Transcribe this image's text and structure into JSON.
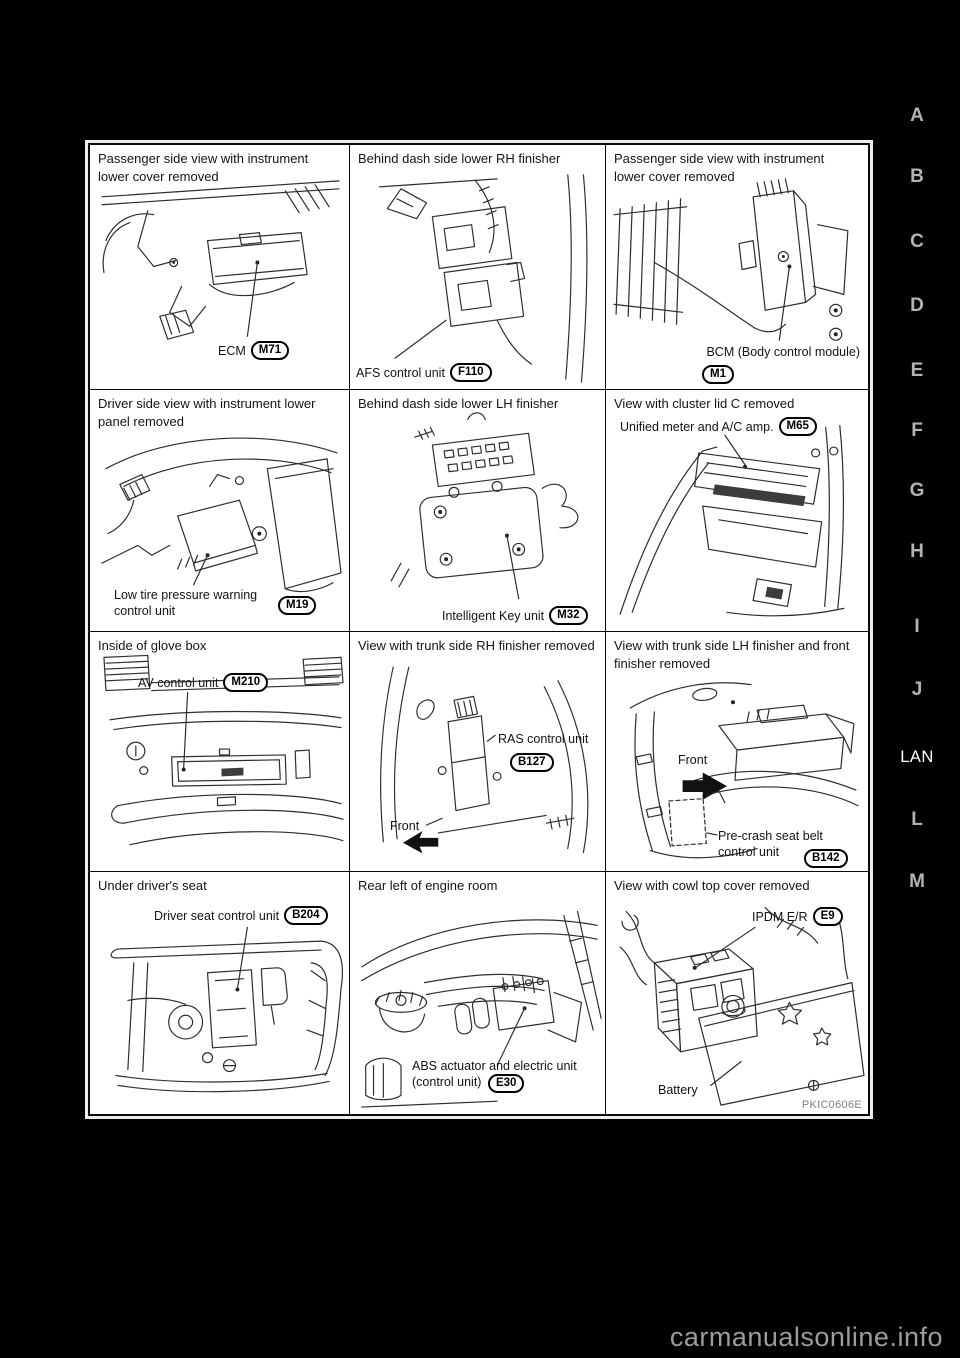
{
  "page": {
    "watermark": "carmanualsonline.info",
    "figure_code": "PKIC0606E",
    "background_color": "#000000",
    "accent_colors": {
      "paper": "#ffffff",
      "tab_gray": "#b3b3b3",
      "line_art": "#2e2e2e"
    }
  },
  "sidebar": {
    "section_label": "LAN",
    "tabs": [
      "A",
      "B",
      "C",
      "D",
      "E",
      "F",
      "G",
      "H",
      "I",
      "J",
      "L",
      "M"
    ]
  },
  "cells": [
    {
      "caption": "Passenger side view with instrument lower cover removed",
      "label": "ECM",
      "code": "M71"
    },
    {
      "caption": "Behind dash side lower RH finisher",
      "label": "AFS control unit",
      "code": "F110"
    },
    {
      "caption": "Passenger side view with instrument lower cover removed",
      "label": "BCM (Body control module)",
      "code": "M1"
    },
    {
      "caption": "Driver side view with instrument lower panel removed",
      "label": "Low tire pressure warning control unit",
      "code": "M19"
    },
    {
      "caption": "Behind dash side lower LH finisher",
      "label": "Intelligent Key unit",
      "code": "M32"
    },
    {
      "caption": "View with cluster lid C removed",
      "label": "Unified meter and A/C amp.",
      "code": "M65"
    },
    {
      "caption": "Inside of glove box",
      "label": "AV control unit",
      "code": "M210"
    },
    {
      "caption": "View with trunk side RH finisher removed",
      "label": "RAS control unit",
      "code": "B127",
      "front": "Front"
    },
    {
      "caption": "View with trunk side LH finisher and front finisher removed",
      "label": "Pre-crash seat belt control unit",
      "code": "B142",
      "front": "Front"
    },
    {
      "caption": "Under driver's seat",
      "label": "Driver seat control unit",
      "code": "B204"
    },
    {
      "caption": "Rear left of engine room",
      "label": "ABS actuator and electric unit (control unit)",
      "code": "E30"
    },
    {
      "caption": "View with cowl top cover removed",
      "label": "IPDM E/R",
      "code": "E9",
      "label2": "Battery"
    }
  ]
}
